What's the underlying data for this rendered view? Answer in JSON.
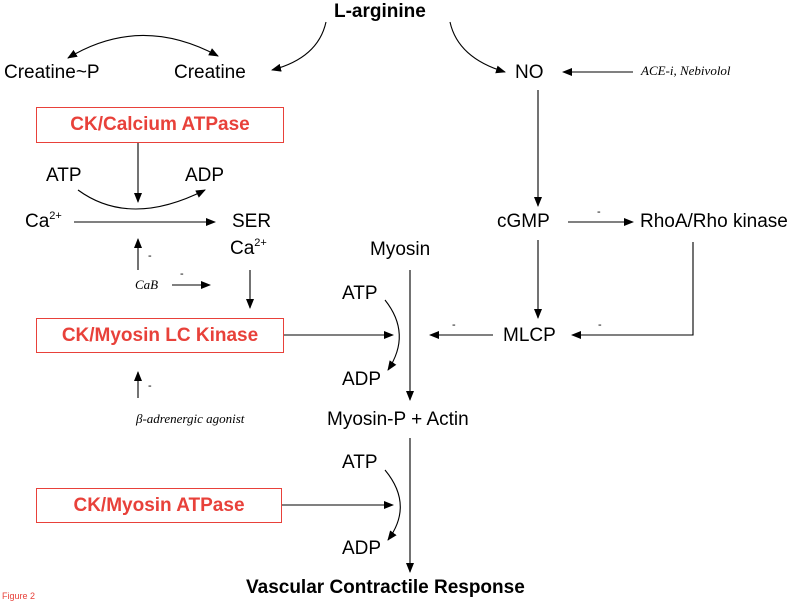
{
  "title": "L-arginine",
  "bottom_title": "Vascular Contractile Response",
  "figure_label": "Figure 2",
  "colors": {
    "accent": "#e8413a",
    "text": "#000000"
  },
  "nodes": {
    "creatine_p": "Creatine~P",
    "creatine": "Creatine",
    "no": "NO",
    "no_inhibitors": "ACE-i, Nebivolol",
    "box_calcium_atpase": "CK/Calcium ATPase",
    "atp1": "ATP",
    "adp1": "ADP",
    "ca_base": "Ca",
    "ca_sup": "2+",
    "ser": "SER",
    "ser_ca_base": "Ca",
    "ser_ca_sup": "2+",
    "cab": "CaB",
    "cgmp": "cGMP",
    "rhoa": "RhoA/Rho kinase",
    "myosin": "Myosin",
    "atp2": "ATP",
    "adp2": "ADP",
    "box_myosin_lc_kinase": "CK/Myosin LC Kinase",
    "mlcp": "MLCP",
    "beta_agonist": "β-adrenergic agonist",
    "myosin_p_actin": "Myosin-P + Actin",
    "atp3": "ATP",
    "adp3": "ADP",
    "box_myosin_atpase": "CK/Myosin ATPase"
  },
  "signs": {
    "ca_up": "-",
    "cab_arrow": "-",
    "beta_up": "-",
    "cgmp_rhoa": "-",
    "mlcp_in": "-",
    "rhoa_mlcp": "-"
  }
}
